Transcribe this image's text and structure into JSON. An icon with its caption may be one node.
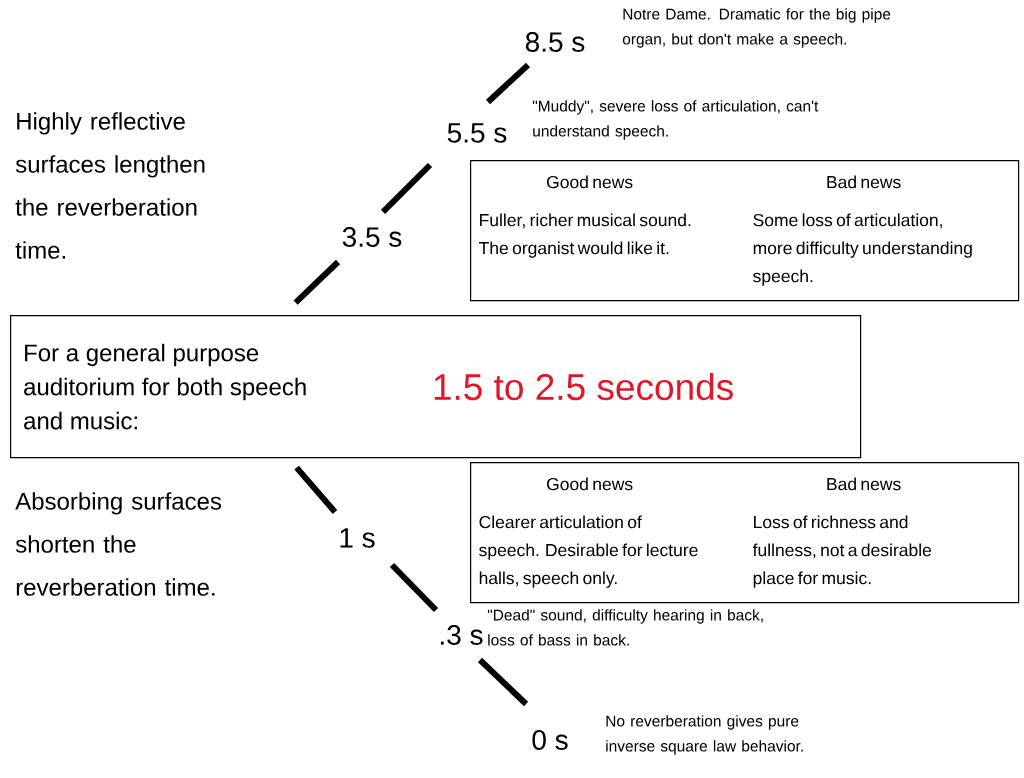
{
  "diagram": {
    "nodes": [
      {
        "text": [
          "For a general purpose auditorium for both speech and music:",
          "1.5 to 2.5 seconds"
        ]
      },
      {
        "text": [
          "3.5 s"
        ]
      },
      {
        "text": [
          "5.5 s"
        ],
        "beside": [
          "\"Muddy\", severe loss of articulation, can't understand speech."
        ]
      },
      {
        "text": [
          "8.5 s"
        ],
        "beside": [
          "Notre Dame. Dramatic for the big pipe organ, but don't make a speech."
        ]
      },
      {
        "text": [
          "Good news",
          "Bad news",
          "Fuller, richer musical sound. The organist would like it.",
          "Some loss of articulation, more difficulty understanding speech."
        ]
      },
      {
        "text": [
          "1 s"
        ]
      },
      {
        "text": [
          ".3 s"
        ],
        "beside": [
          "\"Dead\" sound, difficulty hearing in back, loss of bass in back."
        ]
      },
      {
        "text": [
          "0 s"
        ],
        "beside": [
          "No reverberation gives pure inverse square law behavior."
        ]
      },
      {
        "text": [
          "Good news",
          "Bad news",
          "Clearer articulation of speech. Desirable for lecture halls, speech only.",
          "Loss of richness and fullness, not a desirable place for music."
        ]
      }
    ],
    "edges": [
      {
        "from": 0,
        "to": 1,
        "arrow": "none"
      },
      {
        "from": 1,
        "to": 2,
        "arrow": "none"
      },
      {
        "from": 2,
        "to": 3,
        "arrow": "none"
      },
      {
        "from": 0,
        "to": 5,
        "arrow": "none"
      },
      {
        "from": 5,
        "to": 6,
        "arrow": "none"
      },
      {
        "from": 6,
        "to": 7,
        "arrow": "none"
      }
    ],
    "labels": [
      "Highly reflective surfaces lengthen the reverberation time.",
      "Absorbing surfaces shorten the reverberation time."
    ]
  }
}
